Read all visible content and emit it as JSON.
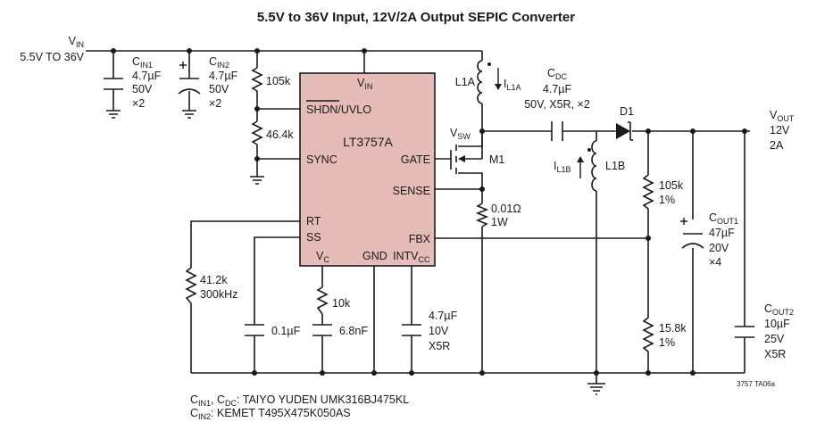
{
  "title": "5.5V to 36V Input, 12V/2A Output SEPIC Converter",
  "input": {
    "name_main": "V",
    "name_sub": "IN",
    "range": "5.5V TO 36V"
  },
  "output": {
    "name_main": "V",
    "name_sub": "OUT",
    "voltage": "12V",
    "current": "2A"
  },
  "ic": {
    "part": "LT3757A",
    "pins": {
      "vin_main": "V",
      "vin_sub": "IN",
      "shdn": "SHDN/UVLO",
      "sync": "SYNC",
      "gate": "GATE",
      "sense": "SENSE",
      "rt": "RT",
      "ss": "SS",
      "fbx": "FBX",
      "vc_main": "V",
      "vc_sub": "C",
      "gnd": "GND",
      "intv_main": "INTV",
      "intv_sub": "CC"
    }
  },
  "components": {
    "cin1": {
      "name_main": "C",
      "name_sub": "IN1",
      "value": "4.7µF",
      "voltage": "50V",
      "count": "×2"
    },
    "cin2": {
      "name_main": "C",
      "name_sub": "IN2",
      "value": "4.7µF",
      "voltage": "50V",
      "count": "×2"
    },
    "r_uvlo_top": "105k",
    "r_uvlo_bot": "46.4k",
    "l1a": {
      "name": "L1A",
      "current_main": "I",
      "current_sub": "L1A"
    },
    "l1b": {
      "name": "L1B",
      "current_main": "I",
      "current_sub": "L1B"
    },
    "cdc": {
      "name_main": "C",
      "name_sub": "DC",
      "value": "4.7µF",
      "spec": "50V, X5R, ×2"
    },
    "vsw": {
      "main": "V",
      "sub": "SW"
    },
    "m1": "M1",
    "d1": "D1",
    "r_sense": {
      "value": "0.01Ω",
      "power": "1W"
    },
    "r_fb_top": {
      "value": "105k",
      "tol": "1%"
    },
    "r_fb_bot": {
      "value": "15.8k",
      "tol": "1%"
    },
    "cout1": {
      "name_main": "C",
      "name_sub": "OUT1",
      "value": "47µF",
      "voltage": "20V",
      "count": "×4"
    },
    "cout2": {
      "name_main": "C",
      "name_sub": "OUT2",
      "value": "10µF",
      "voltage": "25V",
      "spec": "X5R"
    },
    "r_rt": {
      "value": "41.2k",
      "freq": "300kHz"
    },
    "c_ss": "0.1µF",
    "r_vc": "10k",
    "c_vc": "6.8nF",
    "c_intv": {
      "value": "4.7µF",
      "voltage": "10V",
      "spec": "X5R"
    }
  },
  "notes": {
    "line1": {
      "c1_main": "C",
      "c1_sub": "IN1",
      "sep": ", ",
      "c2_main": "C",
      "c2_sub": "DC",
      "text": ": TAIYO YUDEN UMK316BJ475KL"
    },
    "line2": {
      "c_main": "C",
      "c_sub": "IN2",
      "text": ": KEMET T495X475K050AS"
    }
  },
  "drawing_id": "3757 TA06a"
}
